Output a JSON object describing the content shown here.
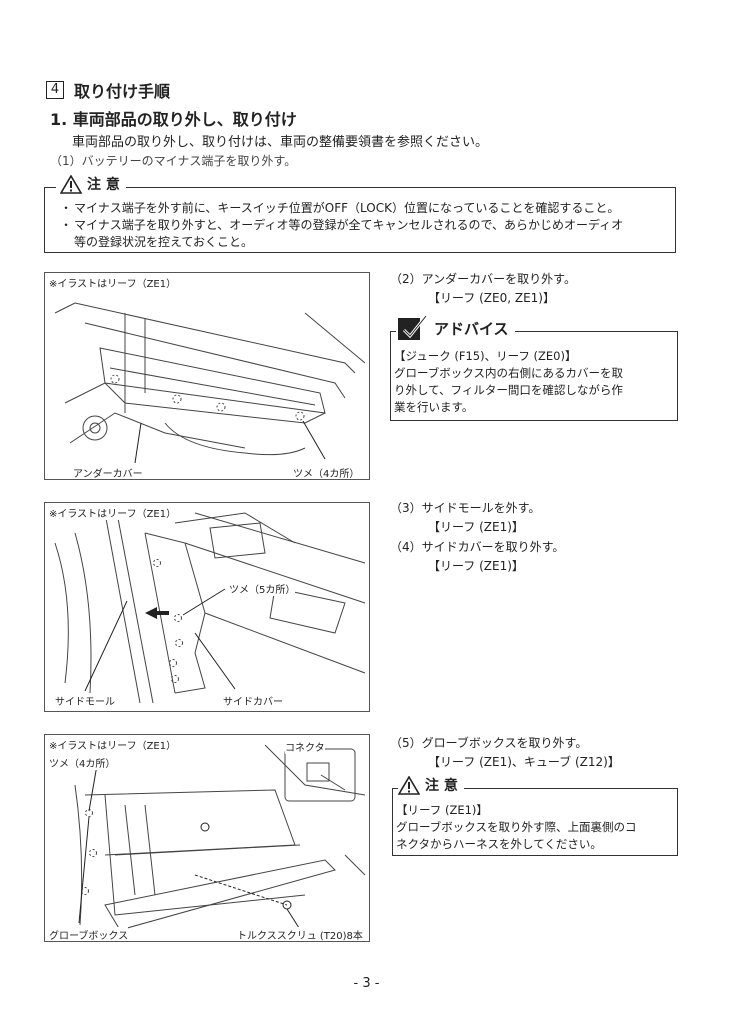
{
  "section": {
    "number": "4",
    "title": "取り付け手順"
  },
  "subsection": {
    "title": "1. 車両部品の取り外し、取り付け"
  },
  "intro": "車両部品の取り外し、取り付けは、車両の整備要領書を参照ください。",
  "step1": "（1）バッテリーのマイナス端子を取り外す。",
  "caution_main": {
    "title": "注 意",
    "items": [
      "マイナス端子を外す前に、キースイッチ位置がOFF（LOCK）位置になっていることを確認すること。",
      "マイナス端子を取り外すと、オーディオ等の登録が全てキャンセルされるので、あらかじめオーディオ",
      "等の登録状況を控えておくこと。"
    ]
  },
  "figure1": {
    "caption": "※イラストはリーフ（ZE1）",
    "label_under_cover": "アンダーカバー",
    "label_claw": "ツメ（4カ所）"
  },
  "step2": {
    "line1": "（2）アンダーカバーを取り外す。",
    "line2": "【リーフ (ZE0, ZE1)】"
  },
  "advice": {
    "title": "アドバイス",
    "lines": [
      "【ジューク (F15)、リーフ (ZE0)】",
      "グローブボックス内の右側にあるカバーを取",
      "り外して、フィルター間口を確認しながら作",
      "業を行います。"
    ]
  },
  "figure2": {
    "caption": "※イラストはリーフ（ZE1）",
    "label_claw": "ツメ（5カ所）",
    "label_side_mall": "サイドモール",
    "label_side_cover": "サイドカバー"
  },
  "step3": {
    "line1": "（3）サイドモールを外す。",
    "line2": "【リーフ (ZE1)】"
  },
  "step4": {
    "line1": "（4）サイドカバーを取り外す。",
    "line2": "【リーフ (ZE1)】"
  },
  "figure3": {
    "caption": "※イラストはリーフ（ZE1）",
    "label_claw": "ツメ（4カ所）",
    "label_connector": "コネクタ",
    "label_glove_box": "グローブボックス",
    "label_screw": "トルクススクリュ (T20)8本"
  },
  "step5": {
    "line1": "（5）グローブボックスを取り外す。",
    "line2": "【リーフ (ZE1)、キューブ (Z12)】"
  },
  "caution_small": {
    "title": "注 意",
    "lines": [
      "【リーフ (ZE1)】",
      "グローブボックスを取り外す際、上面裏側のコ",
      "ネクタからハーネスを外してください。"
    ]
  },
  "page_number": "- 3 -"
}
